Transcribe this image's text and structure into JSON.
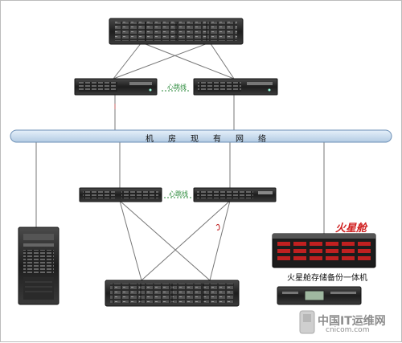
{
  "network_label": "机房现有网络",
  "heartbeat_top": "心跳线",
  "heartbeat_mid": "心跳线",
  "brand_logo": "火星舱",
  "appliance_caption": "火星舱存储备份一体机",
  "watermark": {
    "title": "中国IT运维网",
    "domain": "cnicom.com"
  },
  "colors": {
    "bar": "#c9dcef",
    "bar_border": "#6b8fb5",
    "server": "#2c2c2c",
    "line": "#777777",
    "brand": "#d02020"
  }
}
